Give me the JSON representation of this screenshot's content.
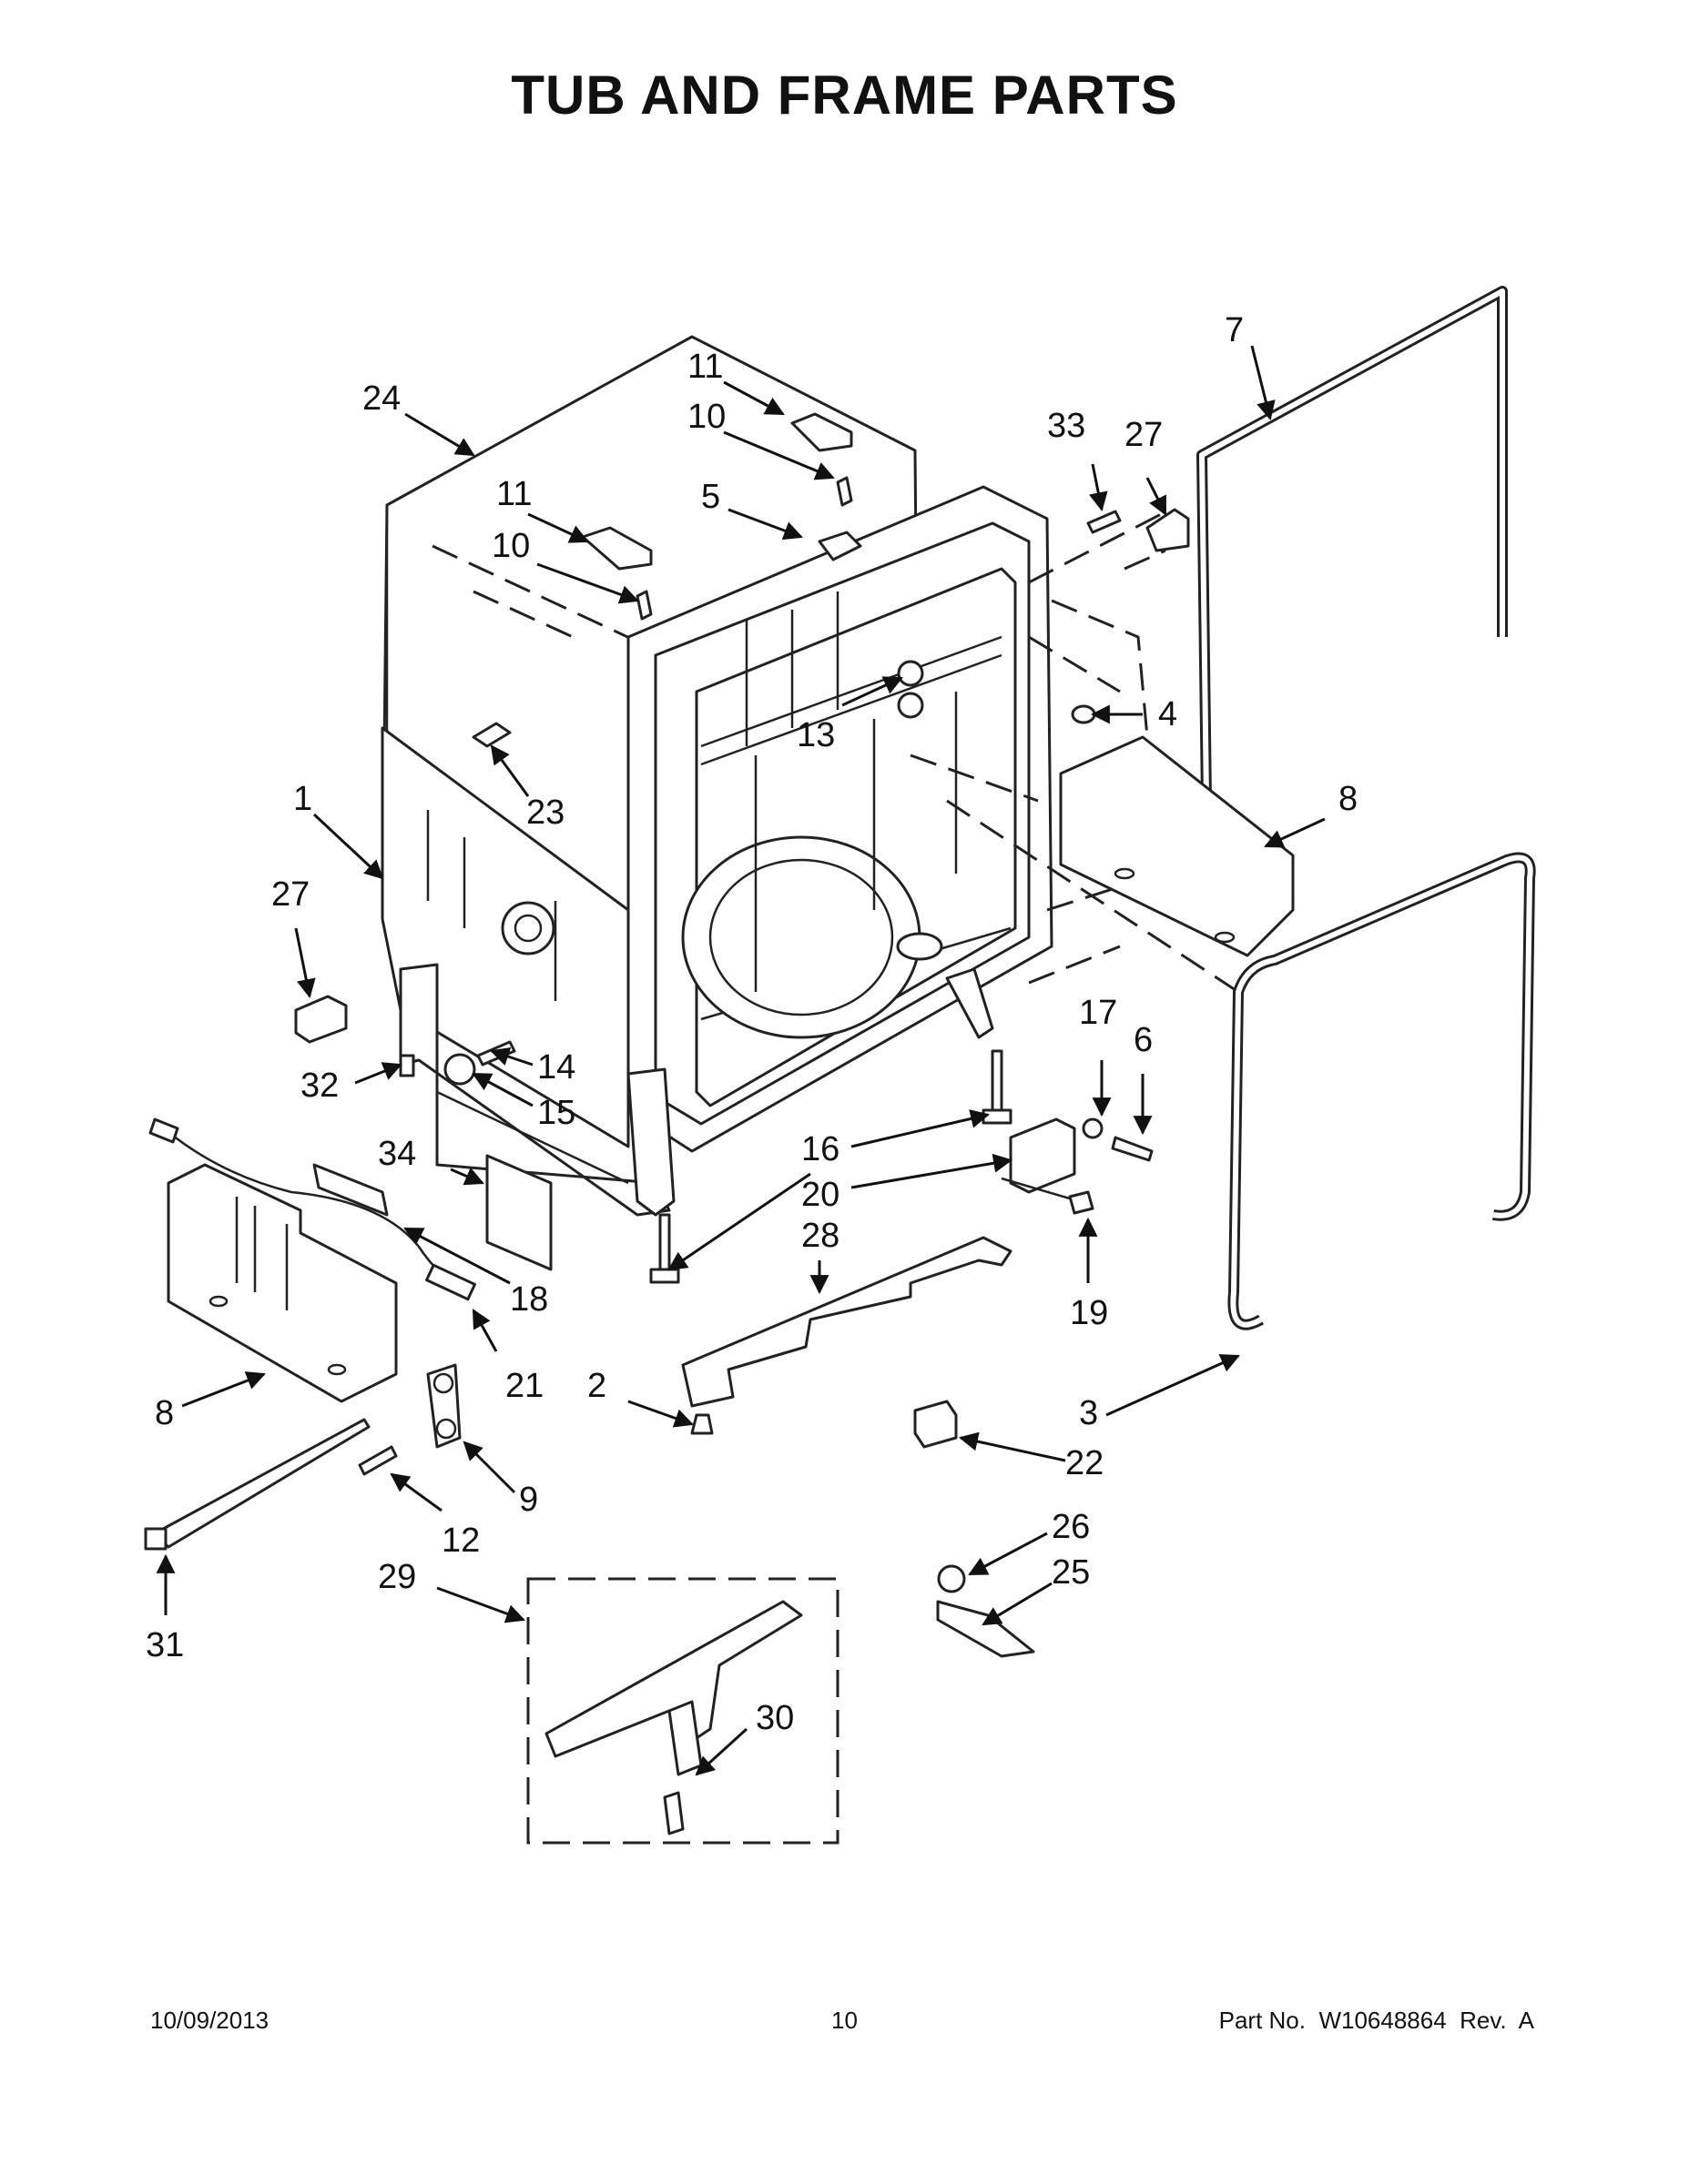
{
  "title": "TUB AND FRAME PARTS",
  "footer": {
    "date": "10/09/2013",
    "page": "10",
    "part_number": "Part No.  W10648864  Rev.  A"
  },
  "callouts": {
    "c1": "1",
    "c2": "2",
    "c3": "3",
    "c4": "4",
    "c5": "5",
    "c6": "6",
    "c7": "7",
    "c8a": "8",
    "c8b": "8",
    "c9": "9",
    "c10a": "10",
    "c10b": "10",
    "c11a": "11",
    "c11b": "11",
    "c12": "12",
    "c13": "13",
    "c14": "14",
    "c15": "15",
    "c16": "16",
    "c17": "17",
    "c18": "18",
    "c19": "19",
    "c20": "20",
    "c21": "21",
    "c22": "22",
    "c23": "23",
    "c24": "24",
    "c25": "25",
    "c26": "26",
    "c27a": "27",
    "c27b": "27",
    "c28": "28",
    "c29": "29",
    "c30": "30",
    "c31": "31",
    "c32": "32",
    "c33": "33",
    "c34": "34"
  }
}
